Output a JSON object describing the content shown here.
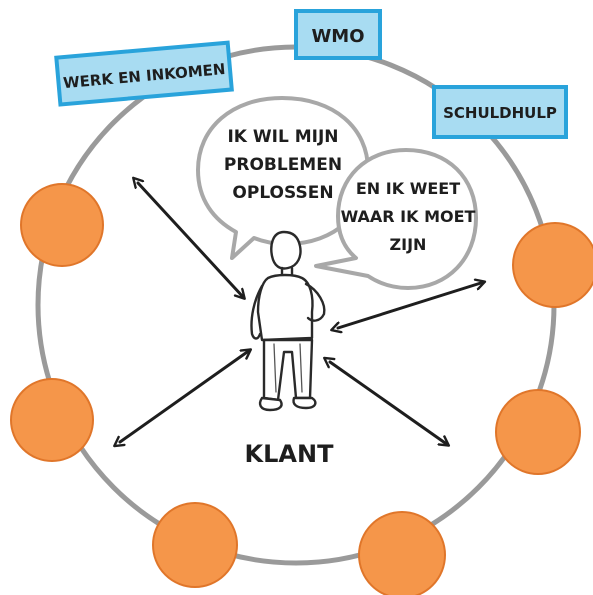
{
  "labels": {
    "werk": "WERK EN INKOMEN",
    "wmo": "WMO",
    "schuldhulp": "SCHULDHULP"
  },
  "bubble_left": {
    "line1": "IK WIL MIJN",
    "line2": "PROBLEMEN",
    "line3": "OPLOSSEN"
  },
  "bubble_right": {
    "line1": "EN IK WEET",
    "line2": "WAAR IK MOET",
    "line3": "ZIJN"
  },
  "figure_label": "KLANT",
  "colors": {
    "ring": "#9a9a9a",
    "node_fill": "#f5964a",
    "node_stroke": "#e0762a",
    "label_fill": "#a8dcf2",
    "label_border": "#29a3db",
    "ink": "#1e1e1e"
  }
}
